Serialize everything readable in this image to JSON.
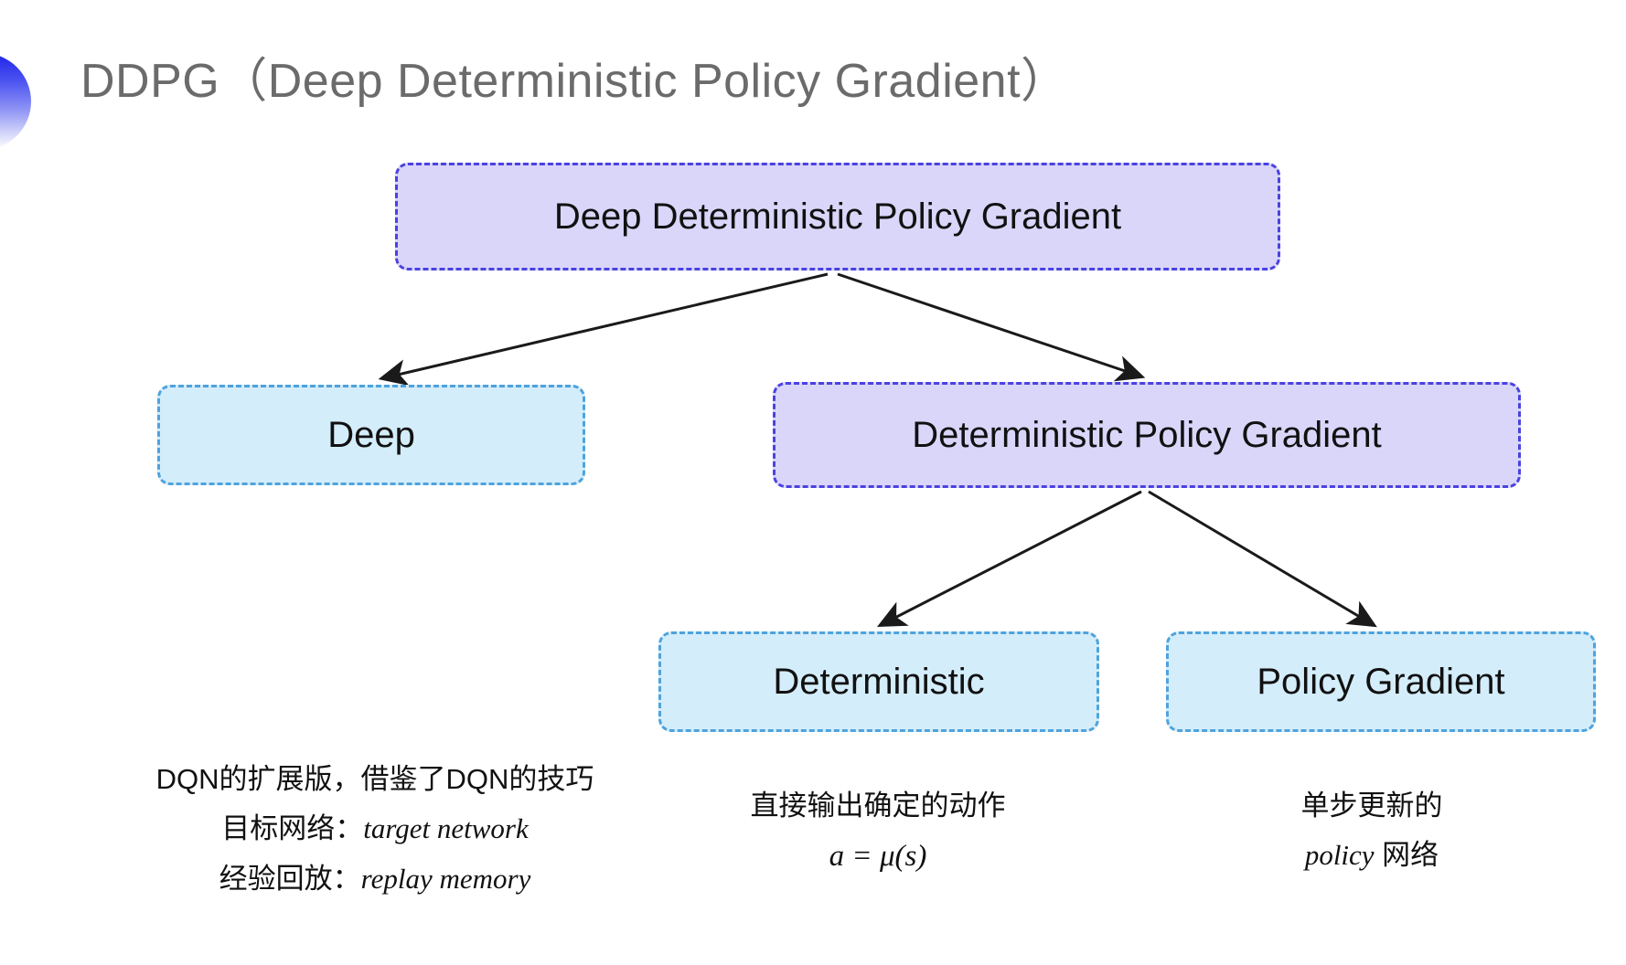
{
  "slide": {
    "title": "DDPG（Deep Deterministic Policy Gradient）",
    "background_color": "#ffffff",
    "title_color": "#6b6b6b",
    "bullet_icon": "half-circle-gradient-icon",
    "bullet_gradient_from": "#1d24e8",
    "bullet_gradient_to": "#ffffff"
  },
  "palette": {
    "purple_fill": "#d9d6fa",
    "purple_border": "#4b42e0",
    "blue_fill": "#d4edfa",
    "blue_border": "#4ea3dd",
    "arrow_color": "#1a1a1a"
  },
  "diagram": {
    "type": "tree",
    "nodes": [
      {
        "id": "root",
        "label": "Deep Deterministic Policy Gradient",
        "style": "purple"
      },
      {
        "id": "deep",
        "label": "Deep",
        "style": "blue"
      },
      {
        "id": "dpg",
        "label": "Deterministic Policy Gradient",
        "style": "purple"
      },
      {
        "id": "deterministic",
        "label": "Deterministic",
        "style": "blue"
      },
      {
        "id": "policy_gradient",
        "label": "Policy Gradient",
        "style": "blue"
      }
    ],
    "edges": [
      {
        "from": "root",
        "to": "deep"
      },
      {
        "from": "root",
        "to": "dpg"
      },
      {
        "from": "dpg",
        "to": "deterministic"
      },
      {
        "from": "dpg",
        "to": "policy_gradient"
      }
    ]
  },
  "annotations": {
    "deep": {
      "line1": "DQN的扩展版，借鉴了DQN的技巧",
      "line2_label": "目标网络：",
      "line2_term": "target network",
      "line3_label": "经验回放：",
      "line3_term": "replay memory"
    },
    "deterministic": {
      "line1": "直接输出确定的动作",
      "formula": "a = μ(s)"
    },
    "policy_gradient": {
      "line1": "单步更新的",
      "line2_term": "policy",
      "line2_suffix": " 网络"
    }
  }
}
